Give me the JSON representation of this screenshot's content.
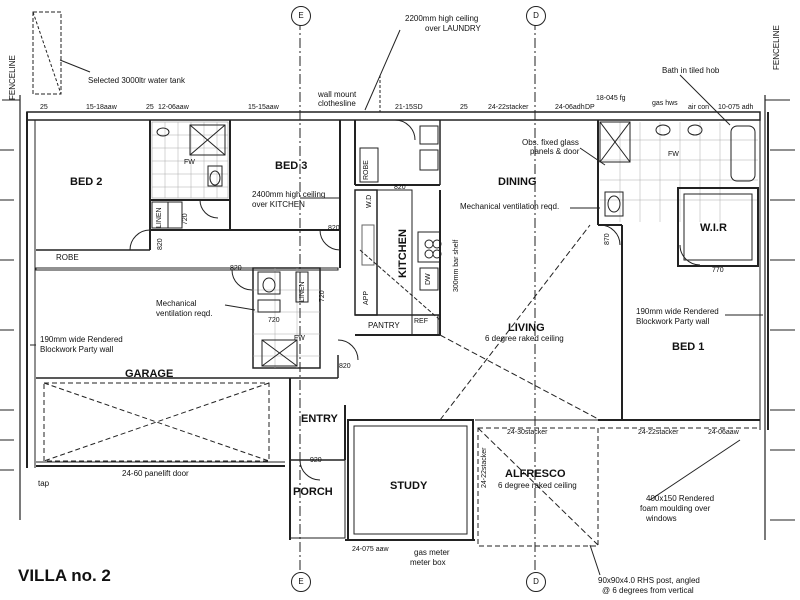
{
  "title": "VILLA no. 2",
  "rooms": {
    "bed2": "BED 2",
    "bed3": "BED 3",
    "dining": "DINING",
    "kitchen": "KITCHEN",
    "living": "LIVING",
    "garage": "GARAGE",
    "bed1": "BED 1",
    "wir": "W.I.R",
    "entry": "ENTRY",
    "porch": "PORCH",
    "study": "STUDY",
    "alfresco": "ALFRESCO",
    "pantry": "PANTRY",
    "robe": "ROBE",
    "robe_small": "ROBE",
    "linen": "LINEN",
    "linen2": "LINEN",
    "wd": "W.D"
  },
  "notes": {
    "fenceline_left": "FENCELINE",
    "fenceline_right": "FENCELINE",
    "water_tank": "Selected 3000ltr water tank",
    "ceiling_laundry_1": "2200mm high ceiling",
    "ceiling_laundry_2": "over LAUNDRY",
    "wall_mount_1": "wall mount",
    "wall_mount_2": "clothesline",
    "bath": "Bath in tiled hob",
    "obs_glass_1": "Obs. fixed glass",
    "obs_glass_2": "panels & door",
    "ceiling_kitchen_1": "2400mm high ceiling",
    "ceiling_kitchen_2": "over KITCHEN",
    "mech_vent_1": "Mechanical ventilation reqd.",
    "mech_vent_2a": "Mechanical",
    "mech_vent_2b": "ventilation reqd.",
    "party_wall_left_1": "190mm wide Rendered",
    "party_wall_left_2": "Blockwork Party wall",
    "party_wall_right_1": "190mm wide Rendered",
    "party_wall_right_2": "Blockwork Party wall",
    "bar_shelf": "300mm bar shelf",
    "living_raked": "6 degree raked ceiling",
    "alfresco_raked": "6 degree raked ceiling",
    "panelift": "24-60 panelift door",
    "tap": "tap",
    "foam_1": "400x150 Rendered",
    "foam_2": "foam moulding over",
    "foam_3": "windows",
    "post_1": "90x90x4.0 RHS post, angled",
    "post_2": "@ 6 degrees from vertical",
    "gas_meter_1": "gas meter",
    "gas_meter_2": "meter box",
    "aaw_study": "24-075 aaw",
    "stacker_living": "24-30stacker",
    "stacker_alfresco": "24-22stacker",
    "stacker_bed1": "24-22stacker",
    "aaw_bed1": "24-06aaw",
    "ref": "REF",
    "fw1": "FW",
    "fw2": "FW",
    "fw3": "FW",
    "dw": "DW",
    "app": "APP"
  },
  "top_dims": [
    "25",
    "15-18aaw",
    "25",
    "12-06aaw",
    "15-15aaw",
    "21-15SD",
    "25",
    "24-22stacker",
    "24-06adh",
    "DP",
    "18-045 fg",
    "gas hws",
    "air con",
    "10-075 adh"
  ],
  "dims": {
    "d820a": "820",
    "d820b": "820",
    "d820c": "820",
    "d820d": "820",
    "d820e": "820",
    "d870": "870",
    "d770": "770",
    "d720a": "720",
    "d720b": "720",
    "d720c": "720",
    "d920": "920"
  },
  "grid_bubbles": [
    "E",
    "D",
    "E",
    "D"
  ]
}
